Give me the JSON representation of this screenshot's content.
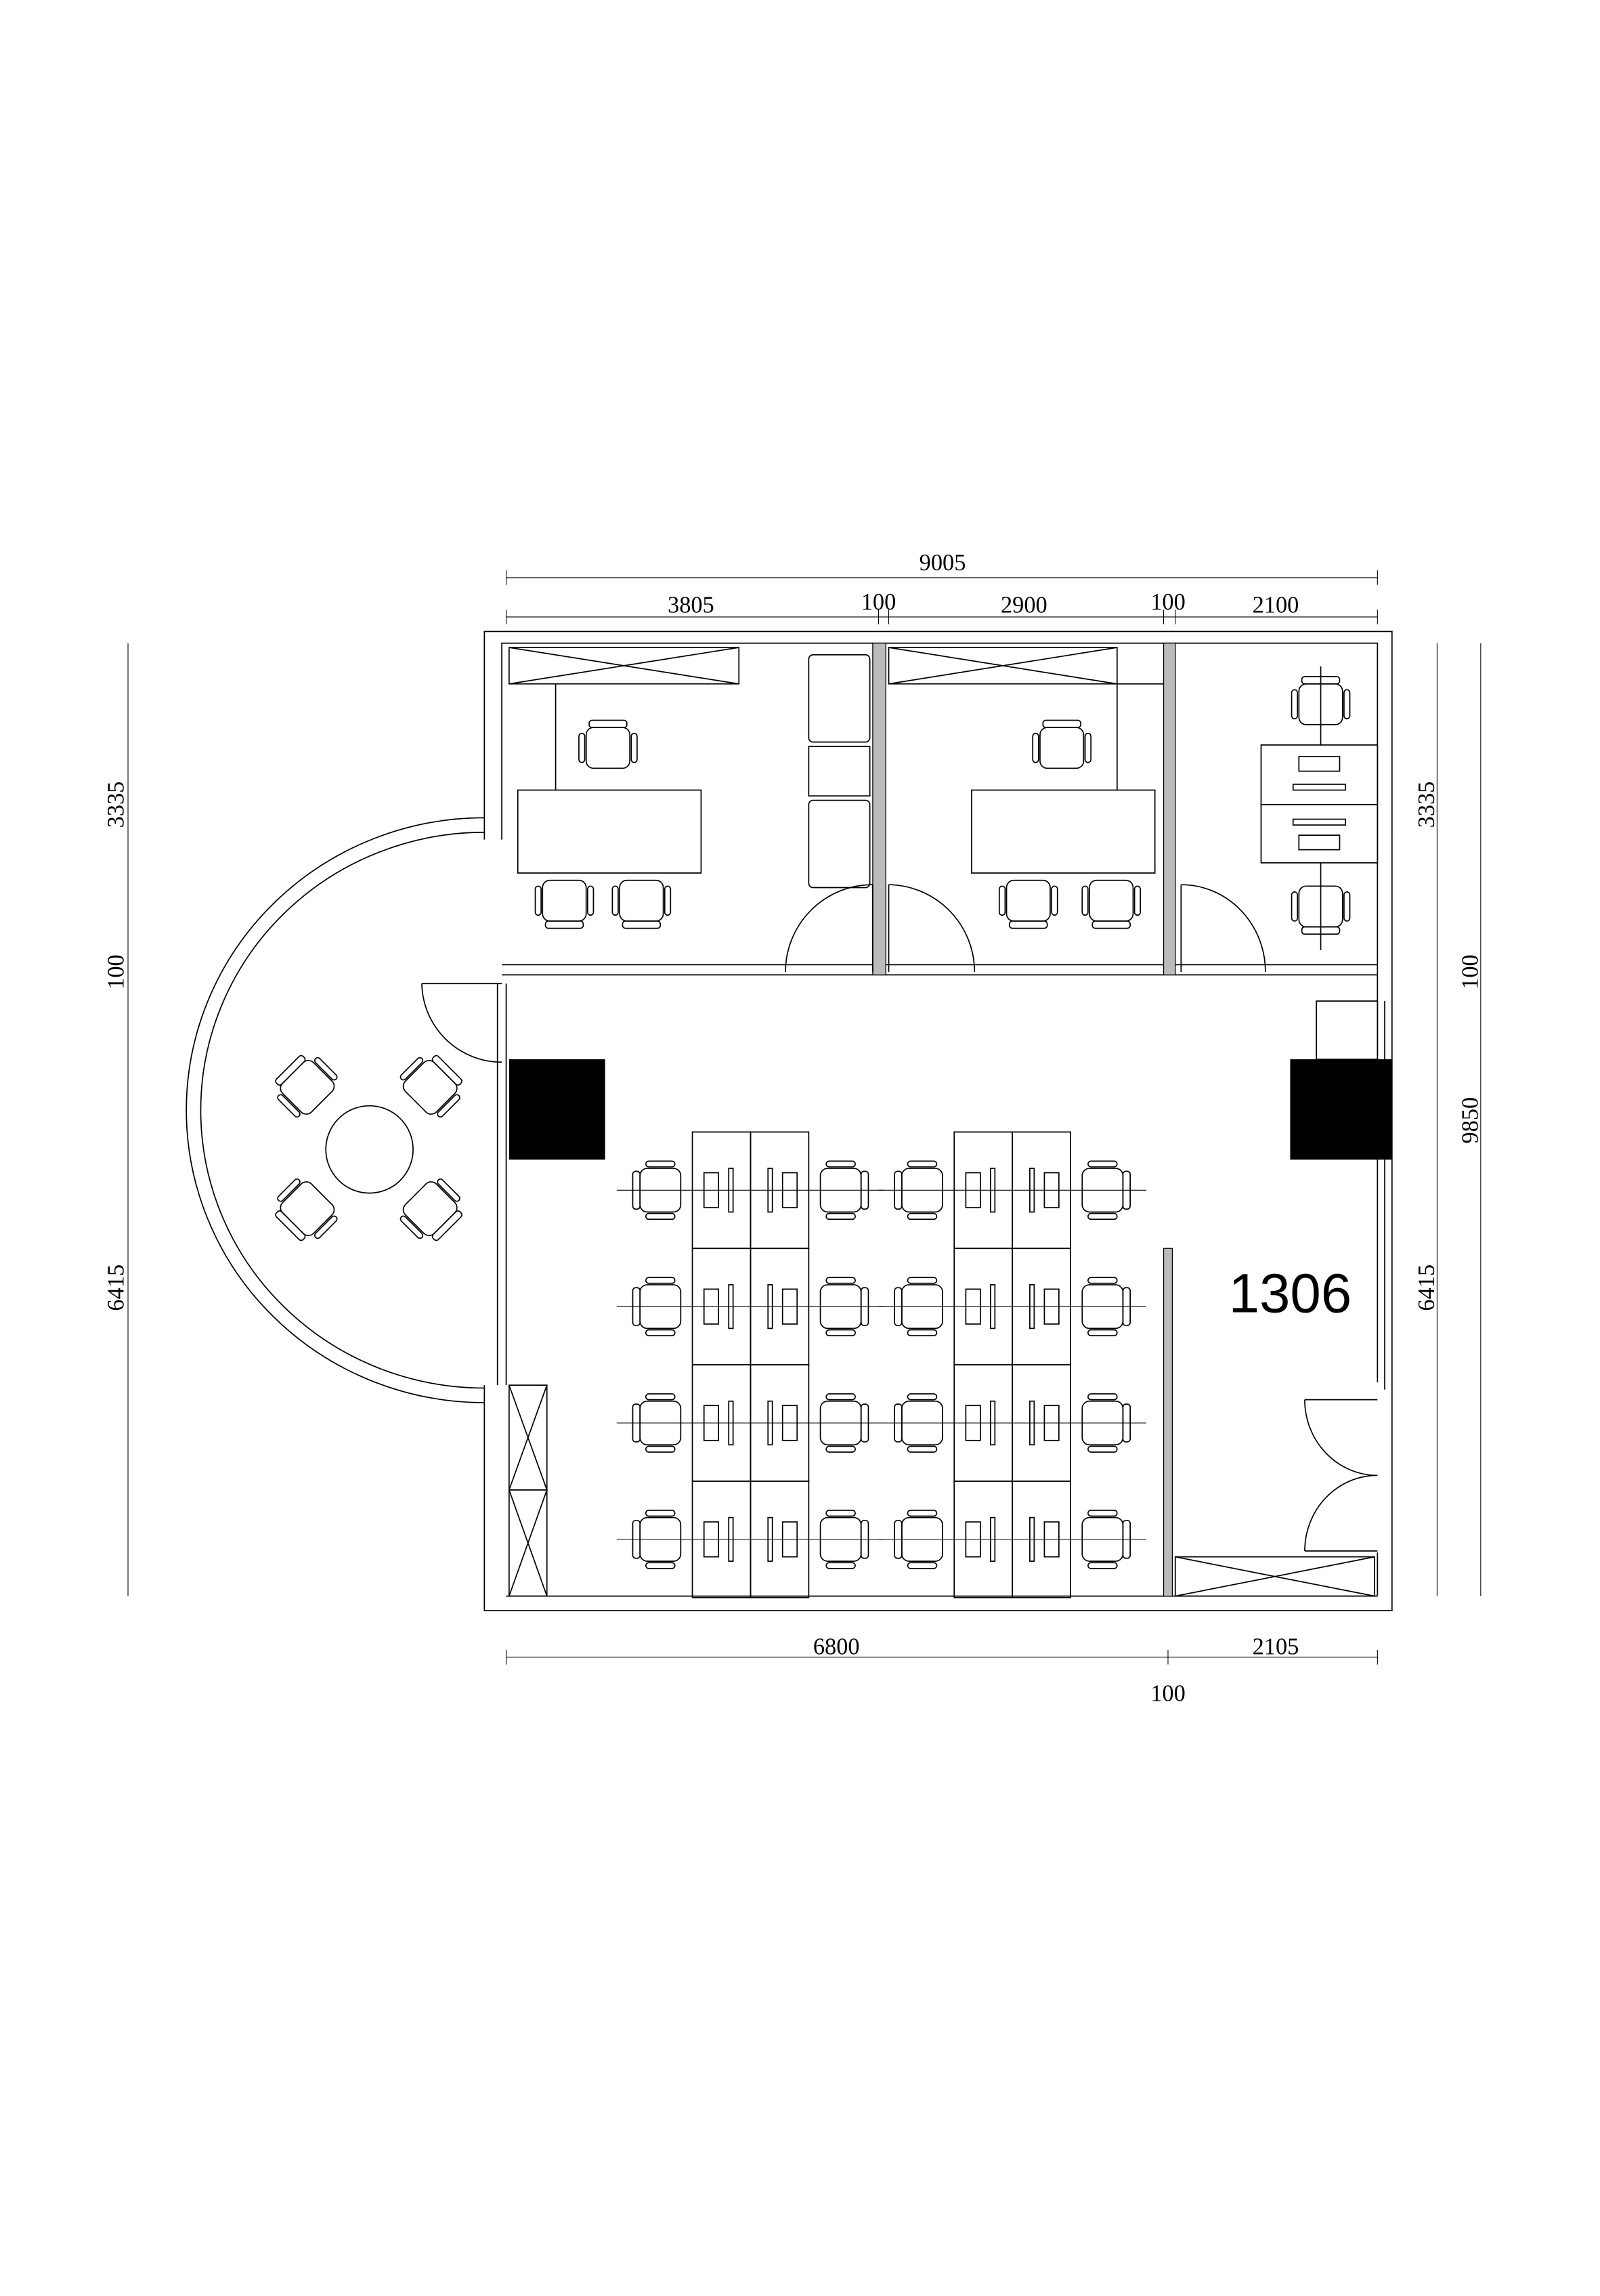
{
  "plan": {
    "room_number": "1306",
    "dimensions": {
      "top_total": "9005",
      "top_segments": [
        "3805",
        "100",
        "2900",
        "100",
        "2100"
      ],
      "bottom_segments": [
        "6800",
        "2105"
      ],
      "bottom_wall": "100",
      "left": [
        "3335",
        "100",
        "6415"
      ],
      "right": [
        "3335",
        "100",
        "6415"
      ],
      "right_total": "9850"
    },
    "colors": {
      "line": "#000000",
      "column": "#000000",
      "background": "#ffffff"
    }
  }
}
